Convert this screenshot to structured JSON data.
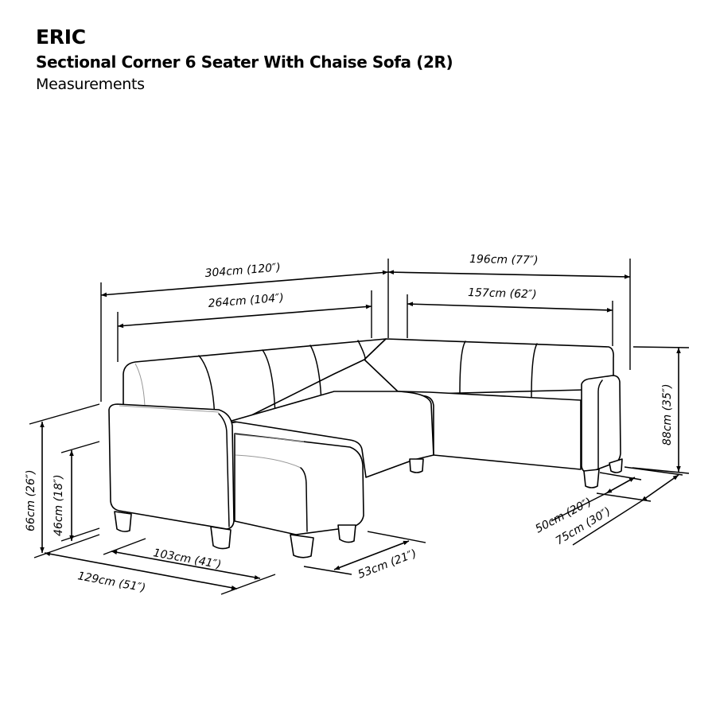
{
  "header": {
    "brand": "ERIC",
    "product": "Sectional Corner 6 Seater With Chaise Sofa (2R)",
    "subtitle": "Measurements"
  },
  "dimensions": {
    "overall_left_width": "304cm (120″)",
    "seat_left_width": "264cm (104″)",
    "overall_right_width": "196cm (77″)",
    "seat_right_width": "157cm (62″)",
    "total_height": "88cm (35″)",
    "arm_height": "66cm (26″)",
    "seat_height": "46cm (18″)",
    "chaise_length_overall": "129cm (51″)",
    "chaise_seat_length": "103cm (41″)",
    "chaise_width": "53cm (21″)",
    "seat_depth": "50cm (20″)",
    "overall_depth": "75cm (30″)"
  },
  "illustration": {
    "subject": "sectional-corner-sofa-line-drawing",
    "line_color": "#000000",
    "background": "#ffffff"
  }
}
